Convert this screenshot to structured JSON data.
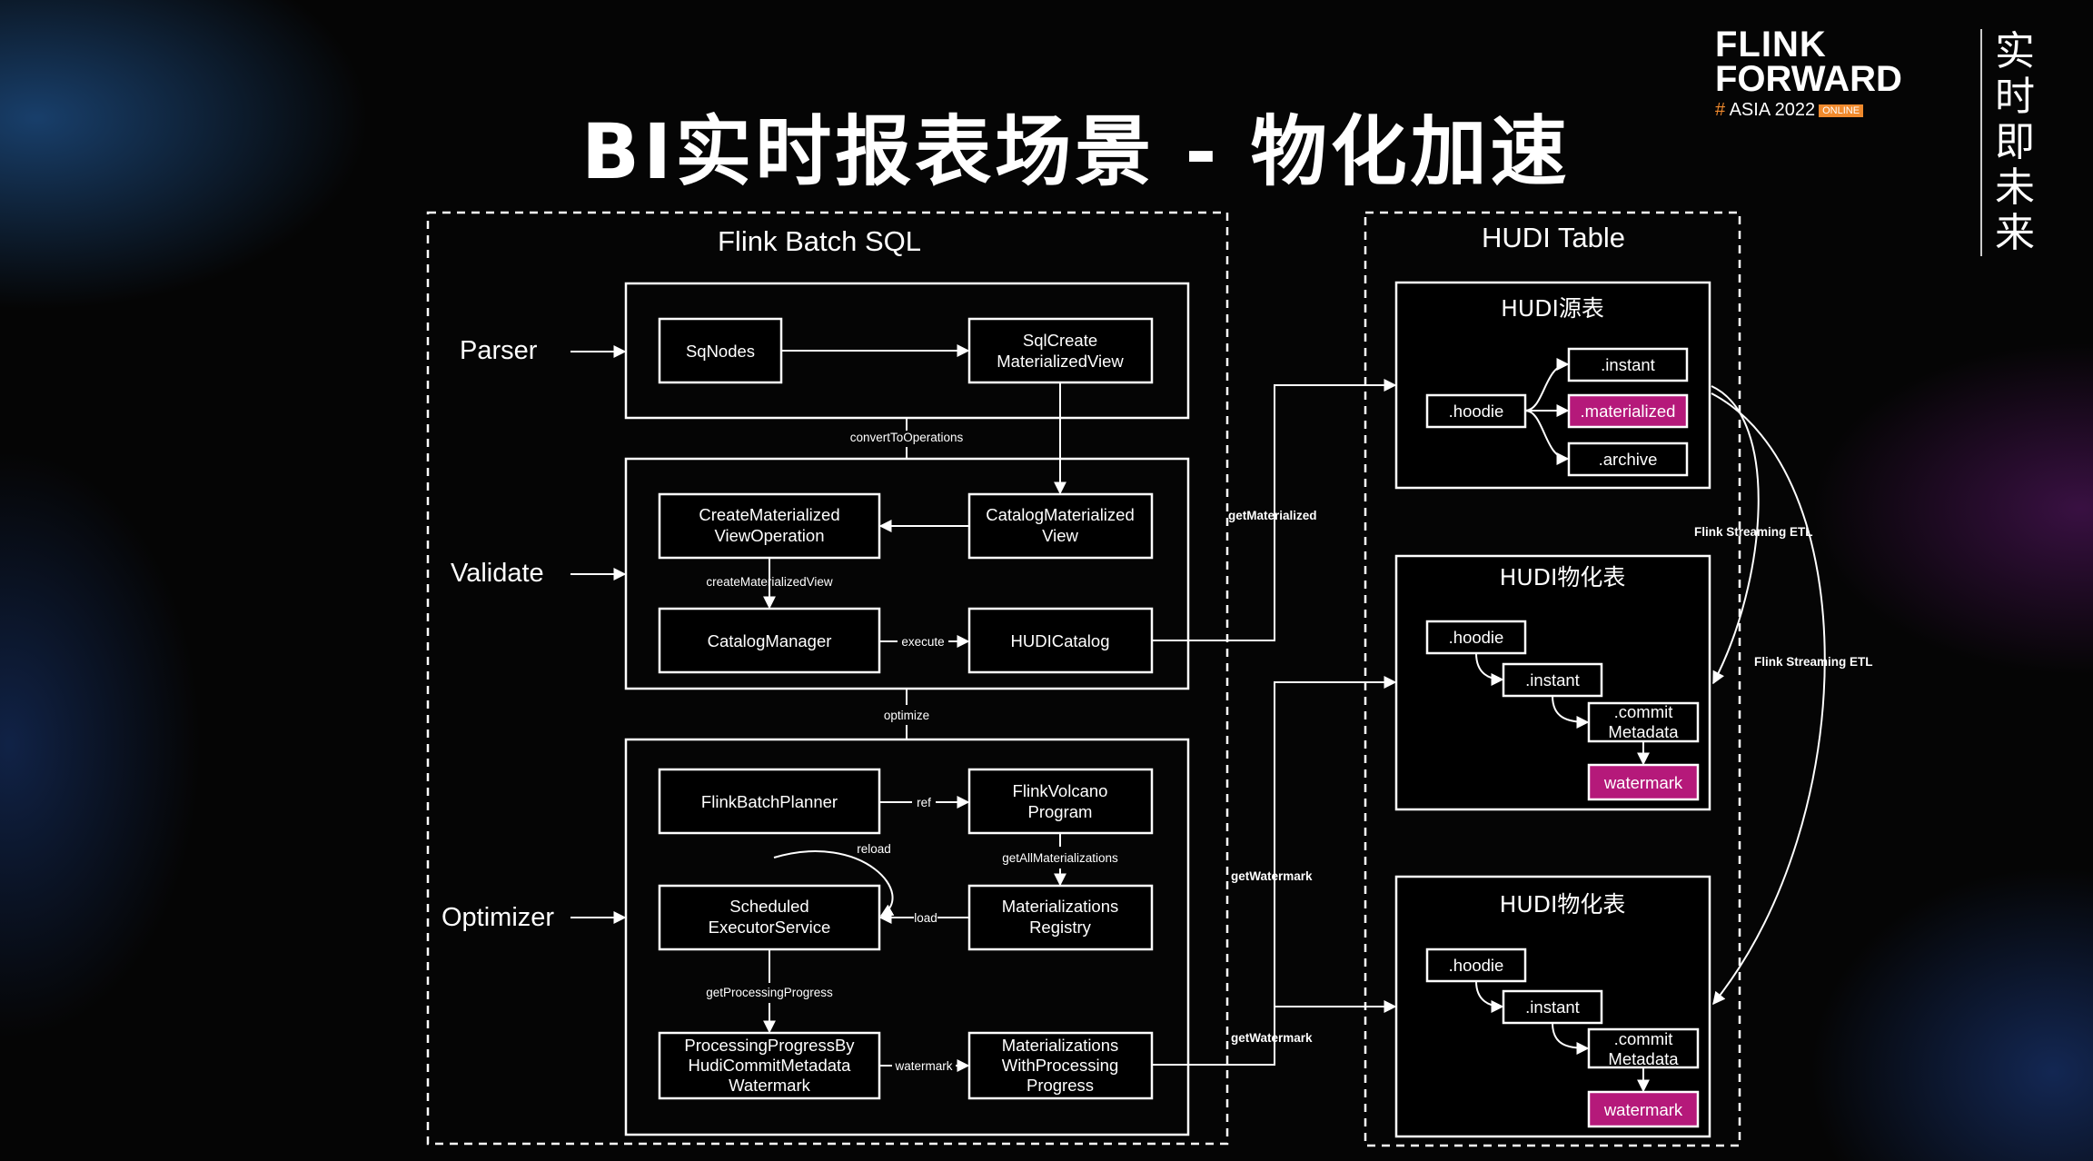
{
  "title": "BI实时报表场景 - 物化加速",
  "logo": {
    "line1": "FLINK",
    "line2": "FORWARD",
    "hash": "#",
    "asia": " ASIA 2022",
    "online": "ONLINE",
    "slogan": "实时即未来"
  },
  "groups": {
    "flink": "Flink Batch SQL",
    "hudi": "HUDI Table"
  },
  "stages": {
    "parser": "Parser",
    "validate": "Validate",
    "optimizer": "Optimizer"
  },
  "nodes": {
    "sqlnodes": "SqNodes",
    "sqlcreate": [
      "SqlCreate",
      "MaterializedView"
    ],
    "createop": [
      "CreateMaterialized",
      "ViewOperation"
    ],
    "catalogmv": [
      "CatalogMaterialized",
      "View"
    ],
    "catalogmgr": "CatalogManager",
    "hudicatalog": "HUDICatalog",
    "planner": "FlinkBatchPlanner",
    "volcano": [
      "FlinkVolcano",
      "Program"
    ],
    "scheduled": [
      "Scheduled",
      "ExecutorService"
    ],
    "registry": [
      "Materializations",
      "Registry"
    ],
    "progress": [
      "ProcessingProgressBy",
      "HudiCommitMetadata",
      "Watermark"
    ],
    "withprogress": [
      "Materializations",
      "WithProcessing",
      "Progress"
    ]
  },
  "edges": {
    "convert": "convertToOperations",
    "createmv": "createMaterializedView",
    "execute": "execute",
    "optimize": "optimize",
    "ref": "ref",
    "getall": "getAllMaterializations",
    "reload": "reload",
    "load": "load",
    "getprog": "getProcessingProgress",
    "watermark": "watermark",
    "getmat": "getMaterialized",
    "getwm1": "getWatermark",
    "getwm2": "getWatermark",
    "etl1": "Flink Streaming ETL",
    "etl2": "Flink Streaming ETL"
  },
  "hudi_source": {
    "title": "HUDI源表",
    "hoodie": ".hoodie",
    "instant": ".instant",
    "materialized": ".materialized",
    "archive": ".archive"
  },
  "hudi_mv1": {
    "title": "HUDI物化表",
    "hoodie": ".hoodie",
    "instant": ".instant",
    "commit": [
      ".commit",
      "Metadata"
    ],
    "watermark": "watermark"
  },
  "hudi_mv2": {
    "title": "HUDI物化表",
    "hoodie": ".hoodie",
    "instant": ".instant",
    "commit": [
      ".commit",
      "Metadata"
    ],
    "watermark": "watermark"
  },
  "colors": {
    "highlight": "#b5197a",
    "accent": "#f08a2d"
  }
}
